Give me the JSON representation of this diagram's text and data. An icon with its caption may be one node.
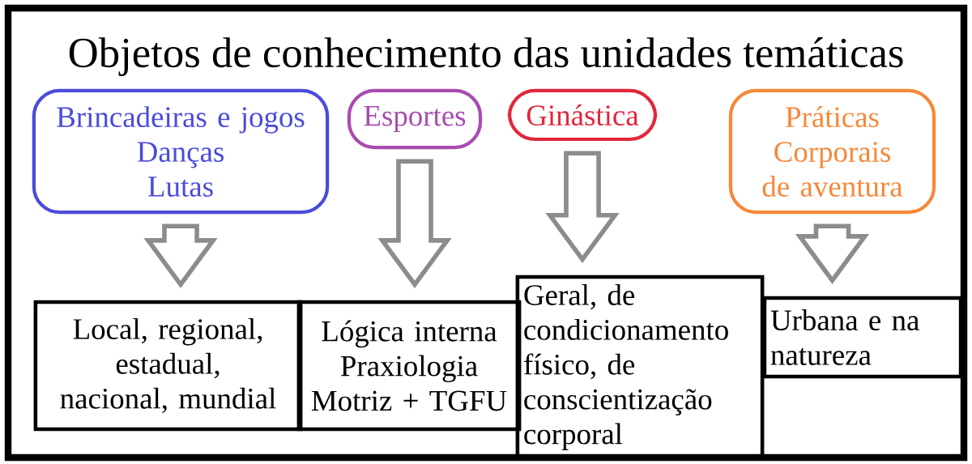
{
  "diagram": {
    "title": "Objetos de conhecimento das unidades temáticas",
    "nodes": [
      {
        "text": [
          "Brincadeiras e jogos",
          "Danças",
          "Lutas"
        ]
      },
      {
        "text": [
          "Esportes"
        ]
      },
      {
        "text": [
          "Ginástica"
        ]
      },
      {
        "text": [
          "Práticas Corporais de aventura"
        ]
      },
      {
        "text": [
          "Local, regional, estadual, nacional, mundial"
        ]
      },
      {
        "text": [
          "Lógica interna",
          "Praxiologia Motriz + TGFU"
        ]
      },
      {
        "text": [
          "Geral, de condicionamento físico, de conscientização corporal"
        ]
      },
      {
        "text": [
          "Urbana e na natureza"
        ]
      }
    ],
    "edges": [
      {
        "from": 0,
        "to": 4,
        "arrow": "to"
      },
      {
        "from": 1,
        "to": 5,
        "arrow": "to"
      },
      {
        "from": 2,
        "to": 6,
        "arrow": "to"
      },
      {
        "from": 3,
        "to": 7,
        "arrow": "to"
      }
    ]
  }
}
